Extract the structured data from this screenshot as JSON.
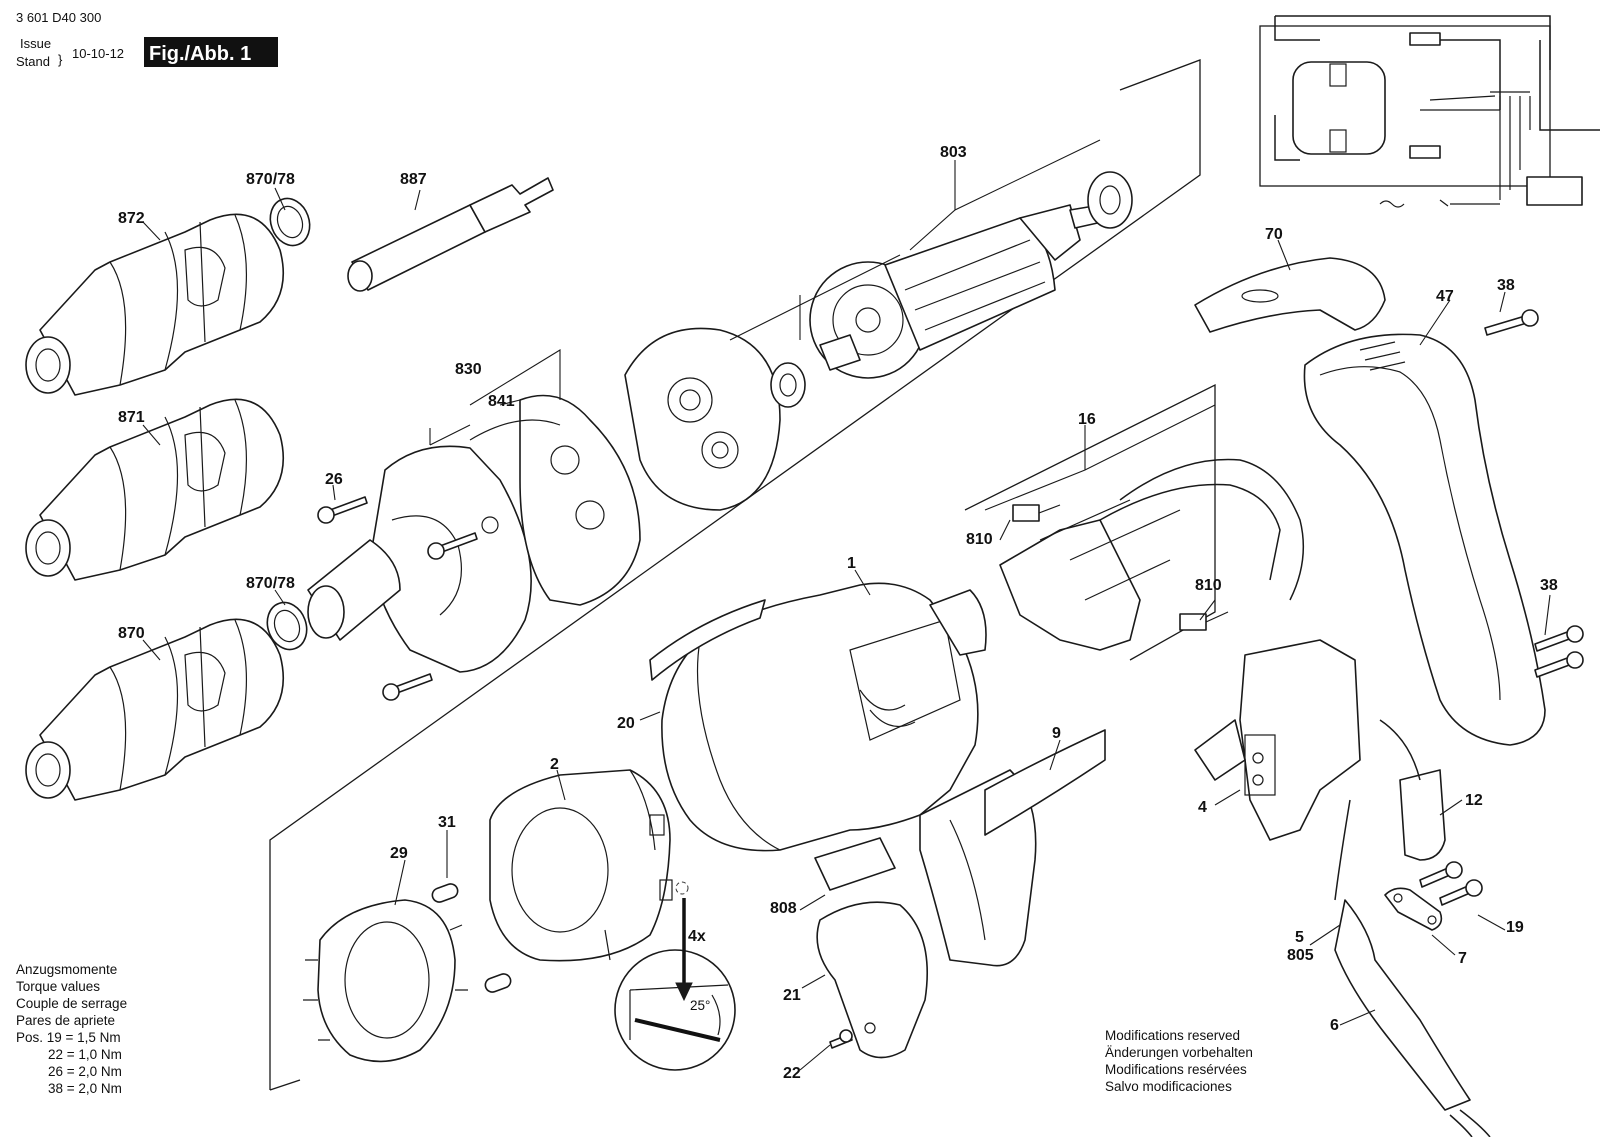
{
  "header": {
    "part_number": "3 601 D40 300",
    "issue_label": "Issue",
    "stand_label": "Stand",
    "brace": "}",
    "issue_date": "10-10-12",
    "figure_label": "Fig./Abb. 1"
  },
  "callouts": {
    "c872": "872",
    "c870_78_a": "870/78",
    "c887": "887",
    "c803": "803",
    "c70": "70",
    "c38_a": "38",
    "c47": "47",
    "c871": "871",
    "c830": "830",
    "c841": "841",
    "c16": "16",
    "c26": "26",
    "c810_a": "810",
    "c810_b": "810",
    "c870_78_b": "870/78",
    "c1": "1",
    "c38_b": "38",
    "c870": "870",
    "c20": "20",
    "c9": "9",
    "c2": "2",
    "c4": "4",
    "c12": "12",
    "c31": "31",
    "c29": "29",
    "c808": "808",
    "c4x": "4x",
    "c25deg": "25°",
    "c21": "21",
    "c19": "19",
    "c5": "5",
    "c805": "805",
    "c7": "7",
    "c6": "6",
    "c22": "22"
  },
  "torque": {
    "lines": [
      "Anzugsmomente",
      "Torque values",
      "Couple de serrage",
      "Pares de apriete"
    ],
    "values": [
      "Pos. 19 = 1,5 Nm",
      "22 = 1,0 Nm",
      "26 = 2,0 Nm",
      "38 = 2,0 Nm"
    ]
  },
  "modifications": {
    "lines": [
      "Modifications reserved",
      "Änderungen vorbehalten",
      "Modifications resérvées",
      "Salvo modificaciones"
    ]
  }
}
